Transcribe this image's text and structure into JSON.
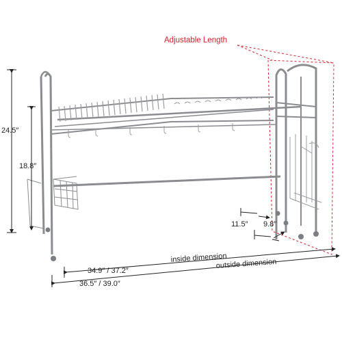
{
  "labels": {
    "adjustable": "Adjustable Length",
    "height_total": "24.5″",
    "height_shelf": "18.8″",
    "depth_main": "11.5″",
    "depth_side": "9.8″",
    "inside_dimension_label": "inside dimension",
    "outside_dimension_label": "outside dimension",
    "inside_dimension_value": "34.9″ / 37.2″",
    "outside_dimension_value": "36.5″ / 39.0″"
  },
  "colors": {
    "accent_red": "#d41f2a",
    "metal": "#8a8c90",
    "text": "#222222"
  }
}
